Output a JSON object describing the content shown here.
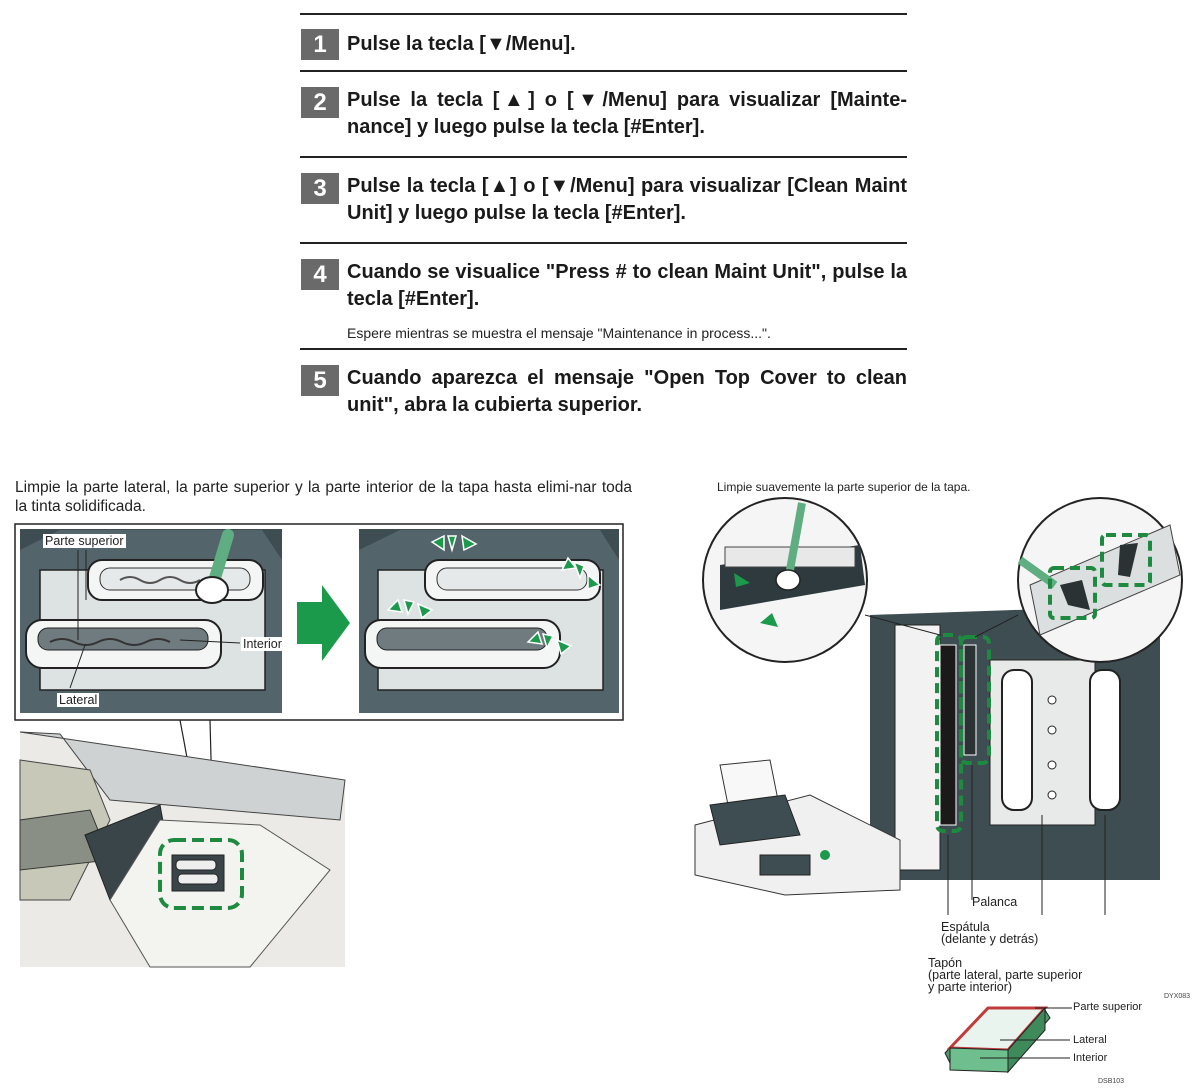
{
  "steps": [
    {
      "number": "1",
      "text": "Pulse la tecla [▼/Menu]."
    },
    {
      "number": "2",
      "text": "Pulse la tecla [▲] o [▼/Menu] para visualizar [Mainte-nance] y luego pulse la tecla [#Enter]."
    },
    {
      "number": "3",
      "text": "Pulse la tecla [▲] o [▼/Menu] para visualizar [Clean Maint Unit] y luego pulse la tecla [#Enter]."
    },
    {
      "number": "4",
      "text": "Cuando se visualice \"Press # to clean Maint Unit\", pulse la tecla [#Enter].",
      "note": "Espere mientras se muestra el mensaje \"Maintenance in process...\"."
    },
    {
      "number": "5",
      "text": "Cuando aparezca el mensaje \"Open Top Cover to clean unit\", abra la cubierta superior."
    }
  ],
  "left_figure": {
    "caption": "Limpie la parte lateral, la parte superior y la parte interior de la tapa hasta elimi-nar toda la tinta solidificada.",
    "labels": {
      "top": "Parte superior",
      "interior": "Interior",
      "lateral": "Lateral"
    }
  },
  "right_figure": {
    "caption": "Limpie suavemente la parte superior de la tapa.",
    "labels": {
      "lever": "Palanca",
      "spatula_1": "Espátula",
      "spatula_2": "(delante y detrás)",
      "cap_1": "Tapón",
      "cap_2": "(parte lateral, parte superior",
      "cap_3": "y parte interior)"
    },
    "code": "DYX083",
    "detail": {
      "top": "Parte superior",
      "lateral": "Lateral",
      "interior": "Interior",
      "code": "DSB103"
    }
  },
  "colors": {
    "accent_green": "#1a9a4a",
    "dashed_green": "#1d8a40",
    "step_badge": "#6a6a6a"
  }
}
